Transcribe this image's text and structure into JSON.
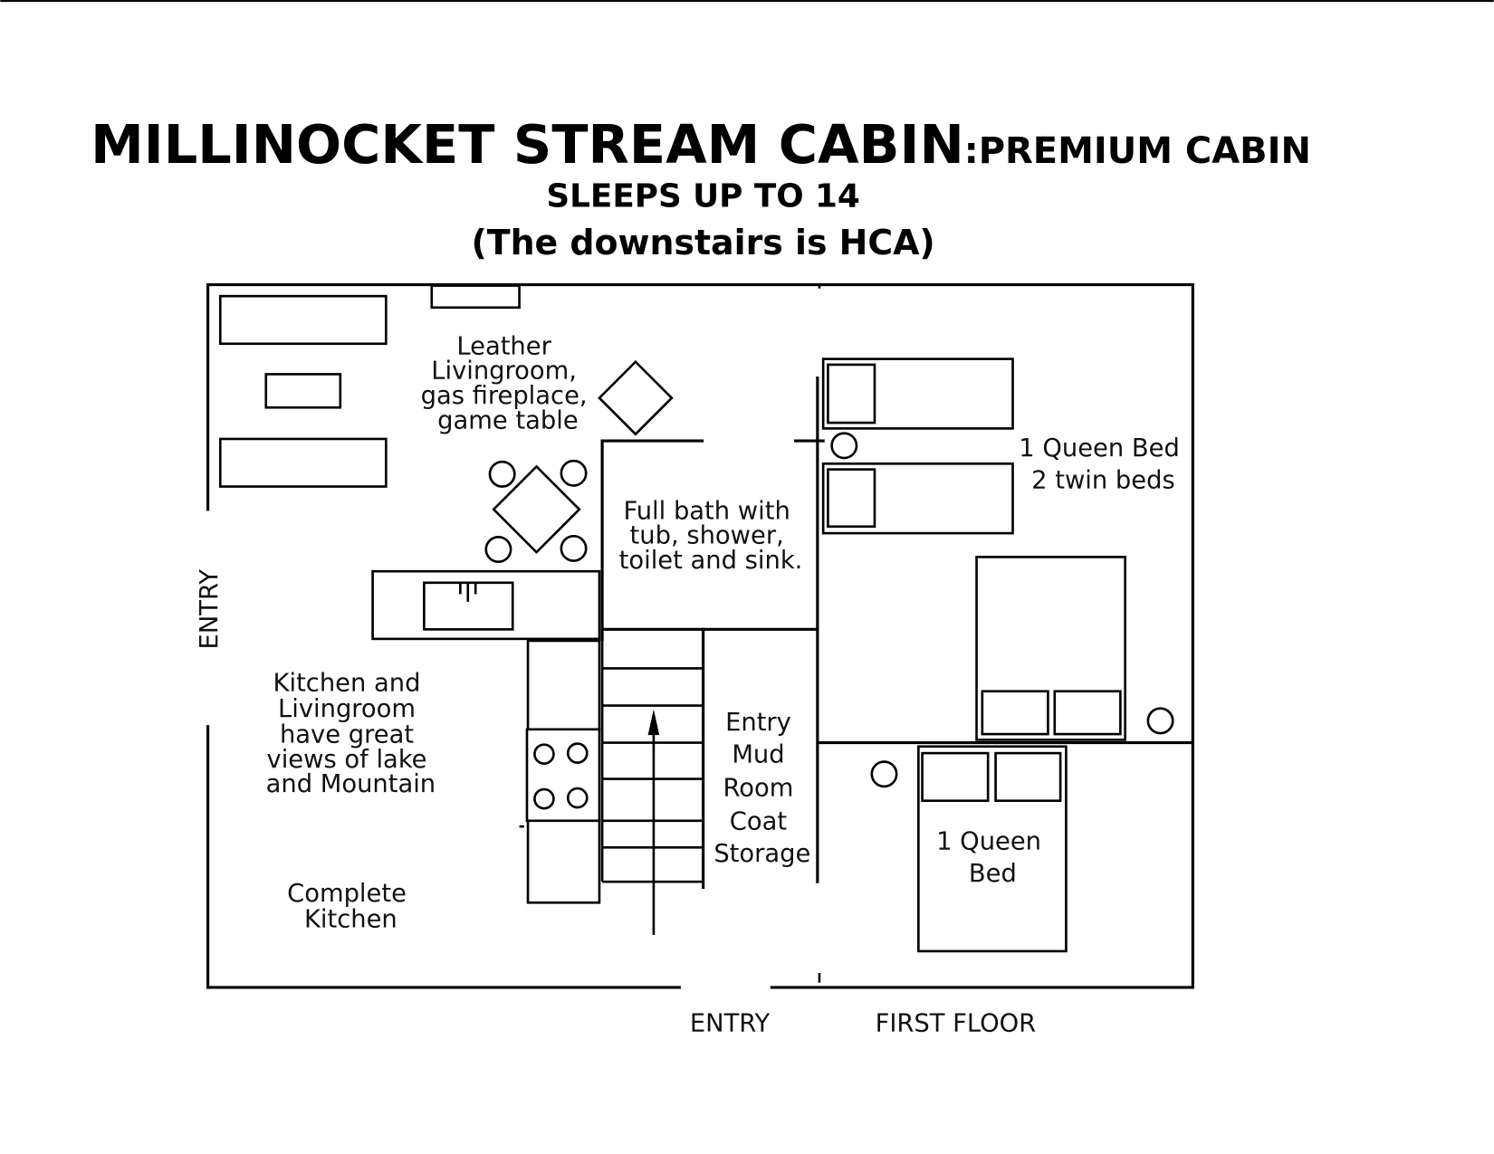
{
  "header": {
    "title": "MILLINOCKET STREAM CABIN",
    "title_suffix": ":PREMIUM CABIN",
    "subtitle": "SLEEPS UP  TO 14",
    "note": "(The downstairs is HCA)"
  },
  "rooms": {
    "living": [
      "Leather",
      "Livingroom,",
      "gas fireplace,",
      "game table"
    ],
    "bath": [
      "Full bath with",
      "tub, shower,",
      "toilet and sink."
    ],
    "kitchen_views": [
      "Kitchen and",
      "Livingroom",
      "have great",
      "views of lake",
      "and Mountain"
    ],
    "kitchen": [
      "Complete",
      "Kitchen"
    ],
    "mudroom": [
      "Entry",
      "Mud",
      "Room",
      "Coat",
      "Storage"
    ],
    "bedroom_1": [
      "1 Queen Bed",
      "2 twin beds"
    ],
    "bedroom_2": [
      "1 Queen",
      "Bed"
    ]
  },
  "labels": {
    "entry_side": "ENTRY",
    "entry_bottom": "ENTRY",
    "floor_name": "FIRST FLOOR"
  },
  "colors": {
    "line": "#000000",
    "background": "#ffffff"
  }
}
